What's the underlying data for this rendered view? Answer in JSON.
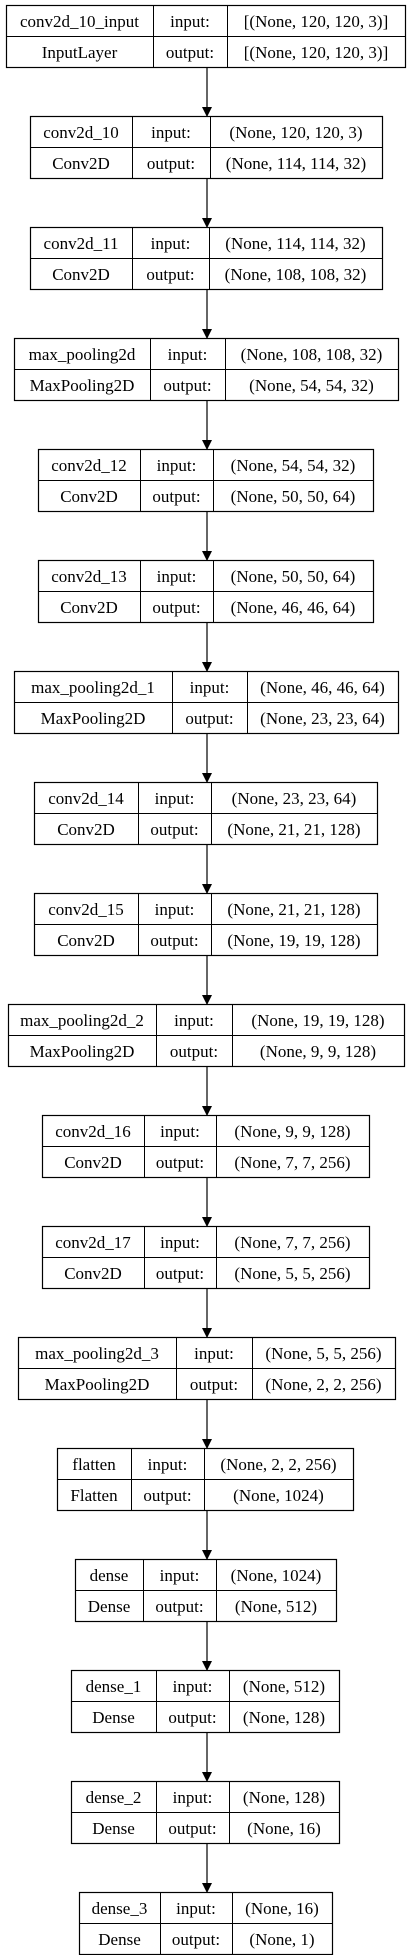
{
  "io_labels": {
    "input": "input:",
    "output": "output:"
  },
  "layers": [
    {
      "name": "conv2d_10_input",
      "type": "InputLayer",
      "input_shape": "[(None, 120, 120, 3)]",
      "output_shape": "[(None, 120, 120, 3)]"
    },
    {
      "name": "conv2d_10",
      "type": "Conv2D",
      "input_shape": "(None, 120, 120, 3)",
      "output_shape": "(None, 114, 114, 32)"
    },
    {
      "name": "conv2d_11",
      "type": "Conv2D",
      "input_shape": "(None, 114, 114, 32)",
      "output_shape": "(None, 108, 108, 32)"
    },
    {
      "name": "max_pooling2d",
      "type": "MaxPooling2D",
      "input_shape": "(None, 108, 108, 32)",
      "output_shape": "(None, 54, 54, 32)"
    },
    {
      "name": "conv2d_12",
      "type": "Conv2D",
      "input_shape": "(None, 54, 54, 32)",
      "output_shape": "(None, 50, 50, 64)"
    },
    {
      "name": "conv2d_13",
      "type": "Conv2D",
      "input_shape": "(None, 50, 50, 64)",
      "output_shape": "(None, 46, 46, 64)"
    },
    {
      "name": "max_pooling2d_1",
      "type": "MaxPooling2D",
      "input_shape": "(None, 46, 46, 64)",
      "output_shape": "(None, 23, 23, 64)"
    },
    {
      "name": "conv2d_14",
      "type": "Conv2D",
      "input_shape": "(None, 23, 23, 64)",
      "output_shape": "(None, 21, 21, 128)"
    },
    {
      "name": "conv2d_15",
      "type": "Conv2D",
      "input_shape": "(None, 21, 21, 128)",
      "output_shape": "(None, 19, 19, 128)"
    },
    {
      "name": "max_pooling2d_2",
      "type": "MaxPooling2D",
      "input_shape": "(None, 19, 19, 128)",
      "output_shape": "(None, 9, 9, 128)"
    },
    {
      "name": "conv2d_16",
      "type": "Conv2D",
      "input_shape": "(None, 9, 9, 128)",
      "output_shape": "(None, 7, 7, 256)"
    },
    {
      "name": "conv2d_17",
      "type": "Conv2D",
      "input_shape": "(None, 7, 7, 256)",
      "output_shape": "(None, 5, 5, 256)"
    },
    {
      "name": "max_pooling2d_3",
      "type": "MaxPooling2D",
      "input_shape": "(None, 5, 5, 256)",
      "output_shape": "(None, 2, 2, 256)"
    },
    {
      "name": "flatten",
      "type": "Flatten",
      "input_shape": "(None, 2, 2, 256)",
      "output_shape": "(None, 1024)"
    },
    {
      "name": "dense",
      "type": "Dense",
      "input_shape": "(None, 1024)",
      "output_shape": "(None, 512)"
    },
    {
      "name": "dense_1",
      "type": "Dense",
      "input_shape": "(None, 512)",
      "output_shape": "(None, 128)"
    },
    {
      "name": "dense_2",
      "type": "Dense",
      "input_shape": "(None, 128)",
      "output_shape": "(None, 16)"
    },
    {
      "name": "dense_3",
      "type": "Dense",
      "input_shape": "(None, 16)",
      "output_shape": "(None, 1)"
    }
  ],
  "colors": {
    "stroke": "#000000",
    "background": "#ffffff",
    "text": "#000000"
  }
}
